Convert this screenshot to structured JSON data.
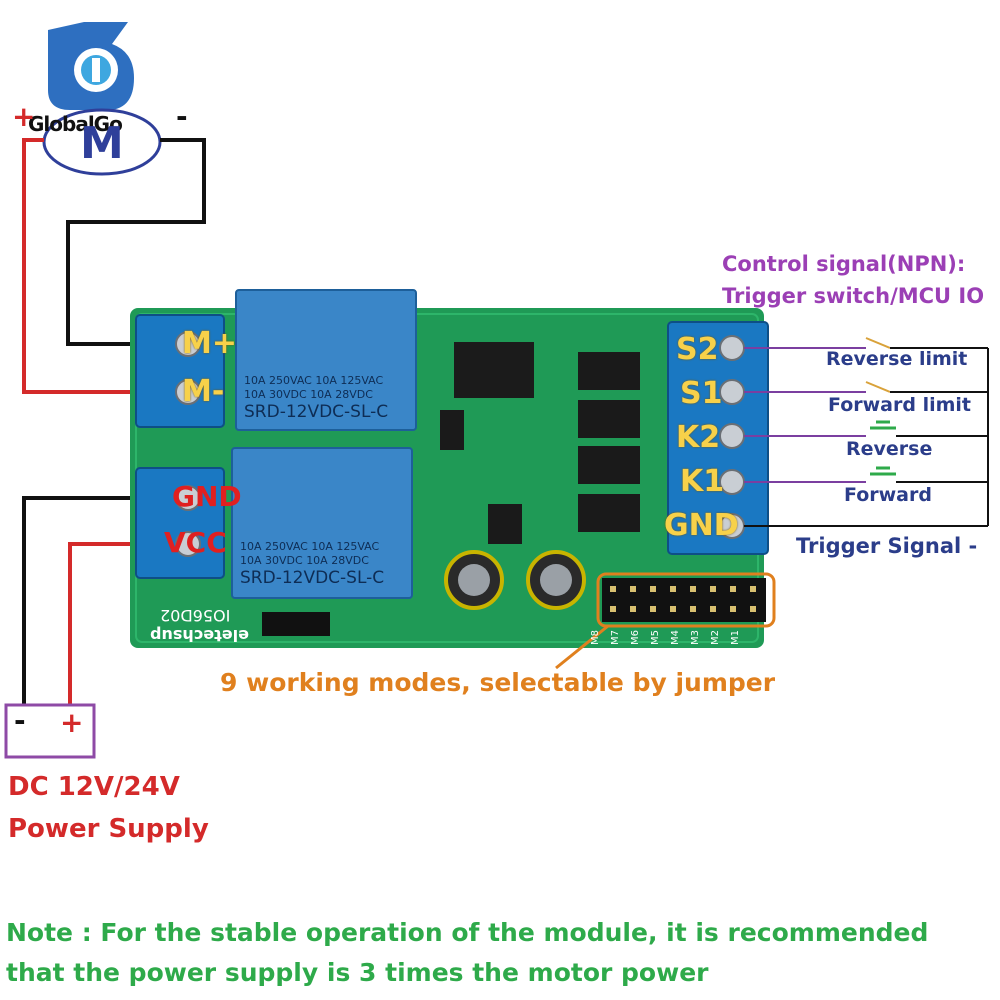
{
  "logo": {
    "brand": "GlobalGo"
  },
  "motor": {
    "label": "M",
    "plus": "+",
    "minus": "-"
  },
  "board": {
    "motor_terminals": [
      "M+",
      "M-"
    ],
    "power_terminals": [
      "GND",
      "VCC"
    ],
    "signal_terminals": [
      "S2",
      "S1",
      "K2",
      "K1",
      "GND"
    ],
    "relay_text": [
      "10A 250VAC  10A 125VAC",
      "10A  30VDC  10A  28VDC",
      "SRD-12VDC-SL-C"
    ],
    "model": "IO56D02",
    "maker": "eletechsup",
    "mode_pins": [
      "M8",
      "M7",
      "M6",
      "M5",
      "M4",
      "M3",
      "M2",
      "M1"
    ]
  },
  "signals": {
    "header_line1": "Control signal(NPN):",
    "header_line2": "Trigger switch/MCU IO",
    "reverse_limit": "Reverse limit",
    "forward_limit": "Forward limit",
    "reverse": "Reverse",
    "forward": "Forward",
    "trigger": "Trigger Signal -"
  },
  "jumper_note": "9 working modes, selectable by jumper",
  "power": {
    "minus": "-",
    "plus": "+",
    "line1": "DC 12V/24V",
    "line2": "Power Supply"
  },
  "note": {
    "line1": "Note : For the stable operation of the module, it is recommended",
    "line2": "that the power supply is 3 times the motor power"
  },
  "colors": {
    "board": "#1f9a56",
    "relay": "#3a86c8",
    "terminal": "#1a78c2",
    "wire_red": "#d42a2a",
    "wire_black": "#111111",
    "signal_wire": "#7b3fa0",
    "orange": "#e0801e",
    "green_note": "#2eaa4a",
    "purple_text": "#9b3fb5",
    "power_box": "#8e4aa6"
  }
}
